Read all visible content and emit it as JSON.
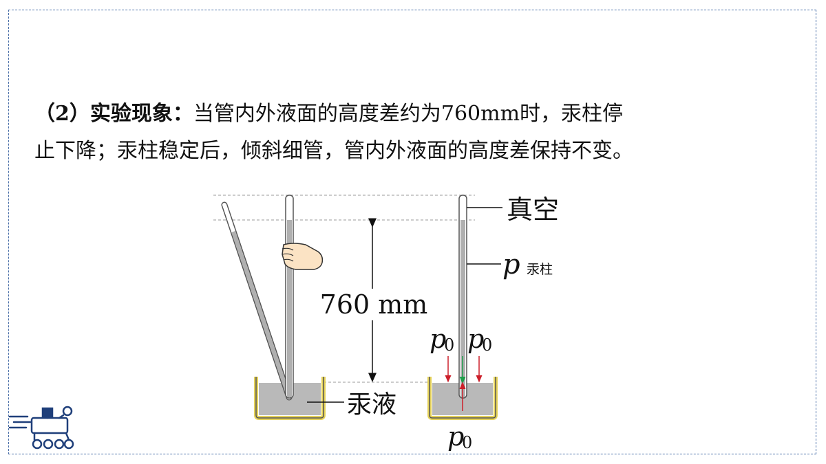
{
  "text": {
    "line1_prefix": "（2）实验现象：",
    "line1_rest": "当管内外液面的高度差约为760mm时，汞柱停",
    "line2": "止下降；汞柱稳定后，倾斜细管，管内外液面的高度差保持不变。"
  },
  "diagram": {
    "height_label": "760 mm",
    "vacuum_label": "真空",
    "mercury_liquid_label": "汞液",
    "p_symbol": "p",
    "mercury_column_subscript": "汞柱",
    "p0_subscript": "0"
  },
  "colors": {
    "frame": "#4a6fa8",
    "mercury": "#b9b9b9",
    "dish_border": "#e6d35a",
    "pressure_arrow": "#cc1f2a",
    "balance_arrow": "#1e9e4a"
  },
  "icons": [
    "rover-robot-icon",
    "hand-icon"
  ]
}
